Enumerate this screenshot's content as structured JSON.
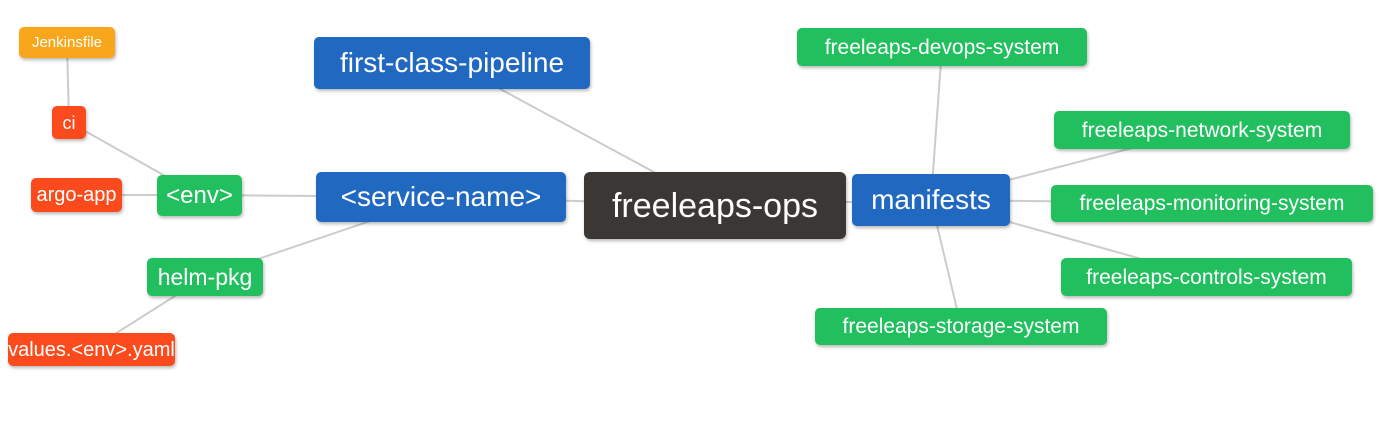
{
  "palette": {
    "blue": "#2169c0",
    "green": "#22bf5e",
    "red": "#fb4b1d",
    "amber": "#f8a71c",
    "dark": "#3a3734",
    "line": "#cccccc",
    "text": "#ffffff"
  },
  "diagram": {
    "root": {
      "label": "freeleaps-ops"
    },
    "nodes": {
      "jenkinsfile": {
        "label": "Jenkinsfile"
      },
      "ci": {
        "label": "ci"
      },
      "argo_app": {
        "label": "argo-app"
      },
      "env": {
        "label": "<env>"
      },
      "helm_pkg": {
        "label": "helm-pkg"
      },
      "values_env_yaml": {
        "label": "values.<env>.yaml"
      },
      "first_class_pipeline": {
        "label": "first-class-pipeline"
      },
      "service_name": {
        "label": "<service-name>"
      },
      "manifests": {
        "label": "manifests"
      },
      "devops_system": {
        "label": "freeleaps-devops-system"
      },
      "network_system": {
        "label": "freeleaps-network-system"
      },
      "monitoring_system": {
        "label": "freeleaps-monitoring-system"
      },
      "controls_system": {
        "label": "freeleaps-controls-system"
      },
      "storage_system": {
        "label": "freeleaps-storage-system"
      }
    }
  }
}
